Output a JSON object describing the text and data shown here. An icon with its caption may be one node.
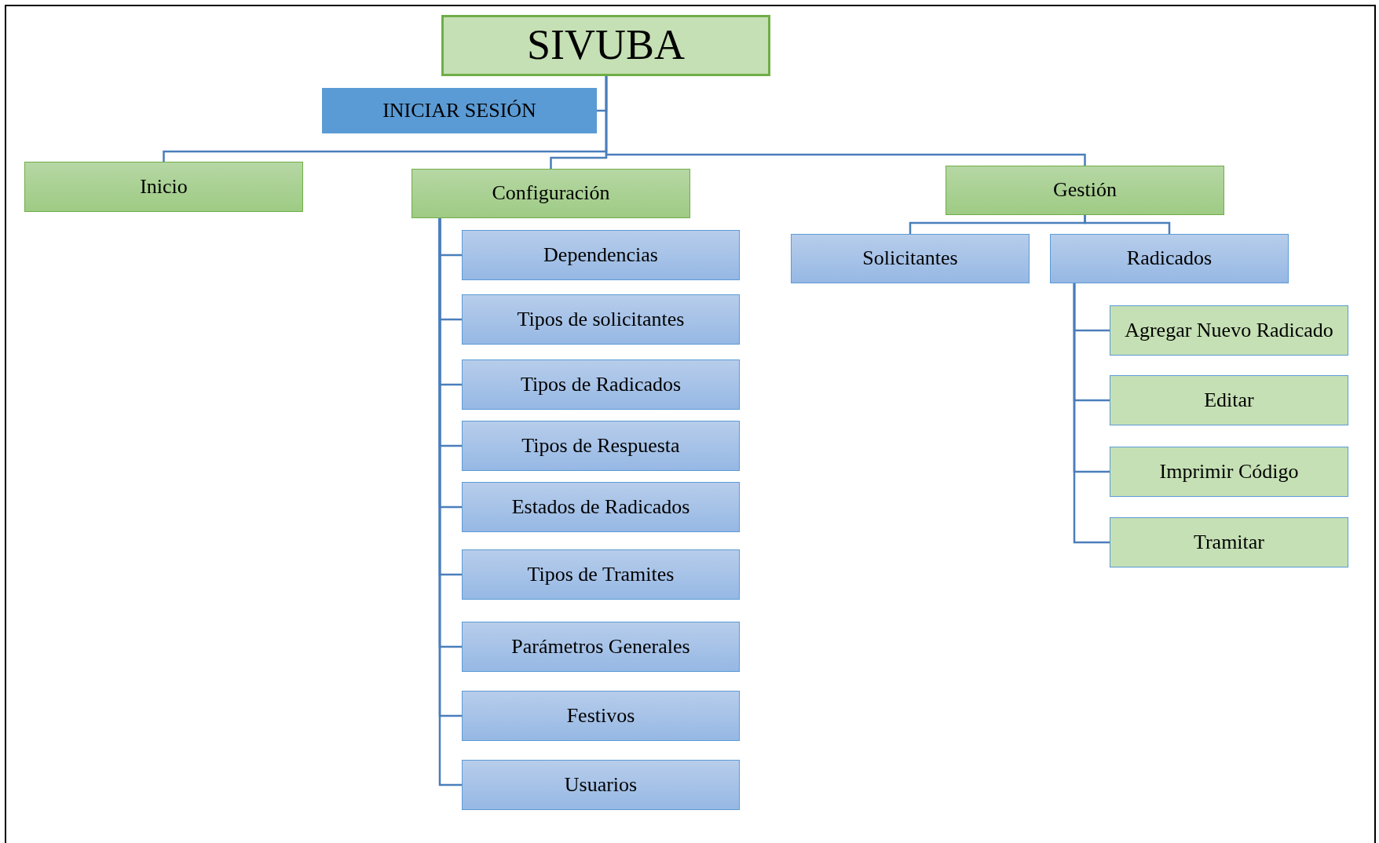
{
  "diagram": {
    "nodes": [
      {
        "text": [
          "SIVUBA"
        ]
      },
      {
        "text": [
          "INICIAR SESIÓN"
        ]
      },
      {
        "text": [
          "Inicio"
        ]
      },
      {
        "text": [
          "Configuración"
        ]
      },
      {
        "text": [
          "Gestión"
        ]
      },
      {
        "text": [
          "Dependencias"
        ]
      },
      {
        "text": [
          "Tipos de solicitantes"
        ]
      },
      {
        "text": [
          "Tipos de Radicados"
        ]
      },
      {
        "text": [
          "Tipos de Respuesta"
        ]
      },
      {
        "text": [
          "Estados de Radicados"
        ]
      },
      {
        "text": [
          "Tipos de Tramites"
        ]
      },
      {
        "text": [
          "Parámetros Generales"
        ]
      },
      {
        "text": [
          "Festivos"
        ]
      },
      {
        "text": [
          "Usuarios"
        ]
      },
      {
        "text": [
          "Solicitantes"
        ]
      },
      {
        "text": [
          "Radicados"
        ]
      },
      {
        "text": [
          "Agregar Nuevo Radicado"
        ]
      },
      {
        "text": [
          "Editar"
        ]
      },
      {
        "text": [
          "Imprimir Código"
        ]
      },
      {
        "text": [
          "Tramitar"
        ]
      }
    ],
    "edges": [
      {
        "from": 0,
        "to": 1,
        "arrow": "none"
      },
      {
        "from": 0,
        "to": 2,
        "arrow": "none"
      },
      {
        "from": 0,
        "to": 3,
        "arrow": "none"
      },
      {
        "from": 0,
        "to": 4,
        "arrow": "none"
      },
      {
        "from": 3,
        "to": 5,
        "arrow": "none"
      },
      {
        "from": 3,
        "to": 6,
        "arrow": "none"
      },
      {
        "from": 3,
        "to": 7,
        "arrow": "none"
      },
      {
        "from": 3,
        "to": 8,
        "arrow": "none"
      },
      {
        "from": 3,
        "to": 9,
        "arrow": "none"
      },
      {
        "from": 3,
        "to": 10,
        "arrow": "none"
      },
      {
        "from": 3,
        "to": 11,
        "arrow": "none"
      },
      {
        "from": 3,
        "to": 12,
        "arrow": "none"
      },
      {
        "from": 3,
        "to": 13,
        "arrow": "none"
      },
      {
        "from": 4,
        "to": 14,
        "arrow": "none"
      },
      {
        "from": 4,
        "to": 15,
        "arrow": "none"
      },
      {
        "from": 15,
        "to": 16,
        "arrow": "none"
      },
      {
        "from": 15,
        "to": 17,
        "arrow": "none"
      },
      {
        "from": 15,
        "to": 18,
        "arrow": "none"
      },
      {
        "from": 15,
        "to": 19,
        "arrow": "none"
      }
    ]
  }
}
